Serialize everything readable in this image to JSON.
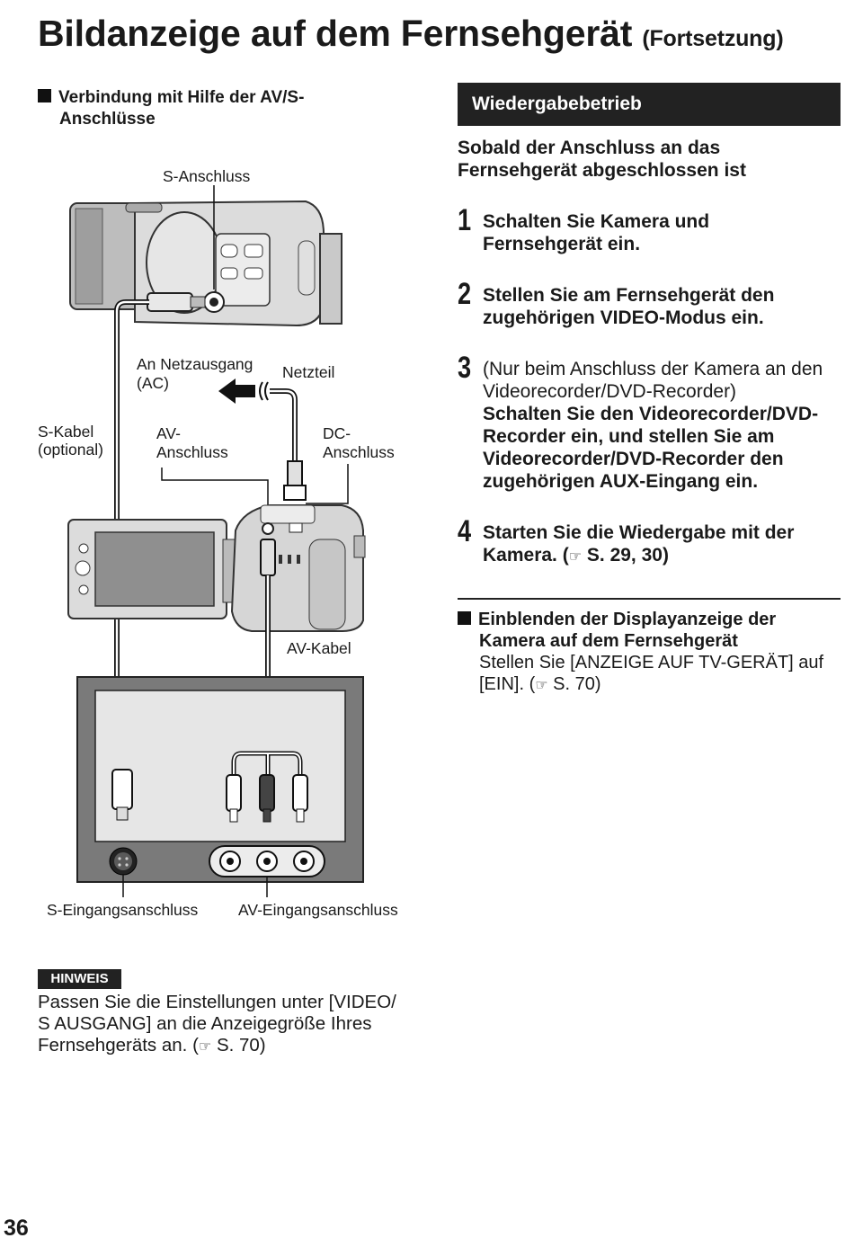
{
  "header": {
    "title": "Bildanzeige auf dem Fernsehgerät",
    "subtitle": "(Fortsetzung)"
  },
  "left": {
    "heading_line1": "Verbindung mit Hilfe der AV/S-",
    "heading_line2": "Anschlüsse",
    "diagram_labels": {
      "s_anschluss": "S-Anschluss",
      "netzausgang_1": "An Netzausgang",
      "netzausgang_2": "(AC)",
      "netzteil": "Netzteil",
      "s_kabel_1": "S-Kabel",
      "s_kabel_2": "(optional)",
      "av_anschluss_1": "AV-",
      "av_anschluss_2": "Anschluss",
      "dc_anschluss_1": "DC-",
      "dc_anschluss_2": "Anschluss",
      "av_kabel": "AV-Kabel",
      "s_eingang": "S-Eingangsanschluss",
      "av_eingang": "AV-Eingangsanschluss"
    },
    "hinweis_badge": "HINWEIS",
    "hinweis_text_1": "Passen Sie die Einstellungen unter [VIDEO/",
    "hinweis_text_2": "S AUSGANG] an die Anzeigegröße Ihres",
    "hinweis_text_3": "Fernsehgeräts an. (",
    "hinweis_ref": "☞",
    "hinweis_text_4": " S. 70)"
  },
  "right": {
    "banner": "Wiedergabebetrieb",
    "intro_1": "Sobald der Anschluss an das",
    "intro_2": "Fernsehgerät abgeschlossen ist",
    "steps": [
      {
        "num": "1",
        "bold_1": "Schalten Sie Kamera und",
        "bold_2": "Fernsehgerät ein."
      },
      {
        "num": "2",
        "bold_1": "Stellen Sie am Fernsehgerät den",
        "bold_2": "zugehörigen VIDEO-Modus ein."
      },
      {
        "num": "3",
        "plain_1": "(Nur beim Anschluss der Kamera an den",
        "plain_2": "Videorecorder/DVD-Recorder)",
        "bold_1": "Schalten Sie den Videorecorder/DVD-",
        "bold_2": "Recorder ein, und stellen Sie am",
        "bold_3": "Videorecorder/DVD-Recorder den",
        "bold_4": "zugehörigen AUX-Eingang ein."
      },
      {
        "num": "4",
        "bold_1": "Starten Sie die Wiedergabe mit der",
        "bold_2a": "Kamera. (",
        "ref": "☞",
        "bold_2b": " S. 29, 30)"
      }
    ],
    "display_head_1": "Einblenden der Displayanzeige der",
    "display_head_2": "Kamera auf dem Fernsehgerät",
    "display_text_1": "Stellen Sie [ANZEIGE AUF TV-GERÄT] auf",
    "display_text_2a": "[EIN]. (",
    "display_ref": "☞",
    "display_text_2b": " S. 70)"
  },
  "footer": {
    "page_number": "36"
  }
}
